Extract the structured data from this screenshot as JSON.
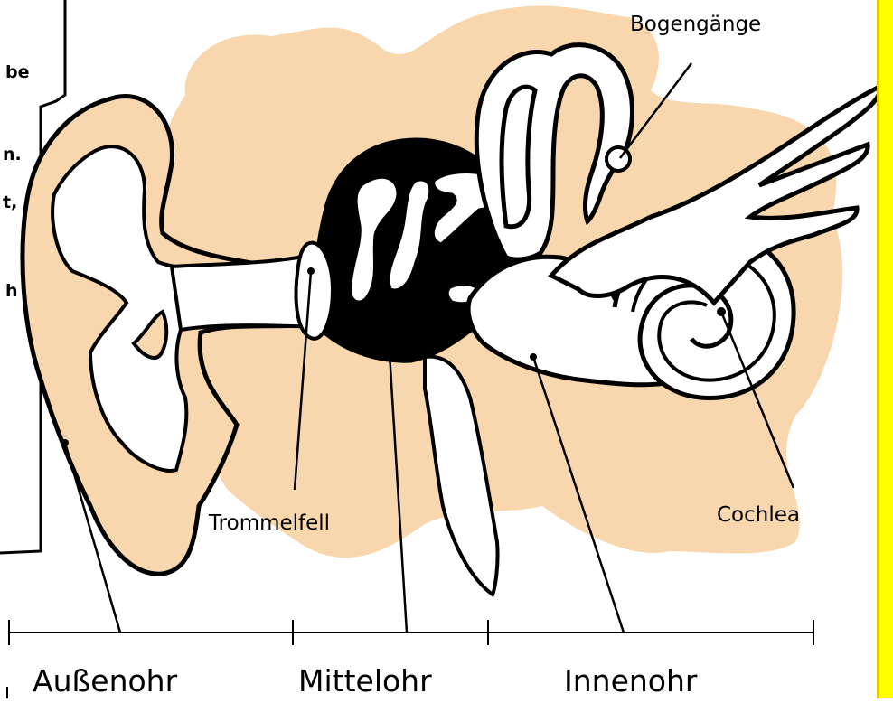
{
  "colors": {
    "skin": "#F8D7AE",
    "outline": "#000000",
    "cavity": "#FFFFFF",
    "middle_ear": "#000000",
    "highlight_bar": "#FFFF00",
    "highlight_border": "#F2C200"
  },
  "cut_off_text": {
    "line1": "be",
    "line2": "n.",
    "line3": "t,",
    "line4": "h"
  },
  "labels": {
    "bogengaenge": "Bogengänge",
    "trommelfell": "Trommelfell",
    "cochlea": "Cochlea"
  },
  "sections": {
    "aussenohr": "Außenohr",
    "mittelohr": "Mittelohr",
    "innenohr": "Innenohr"
  }
}
